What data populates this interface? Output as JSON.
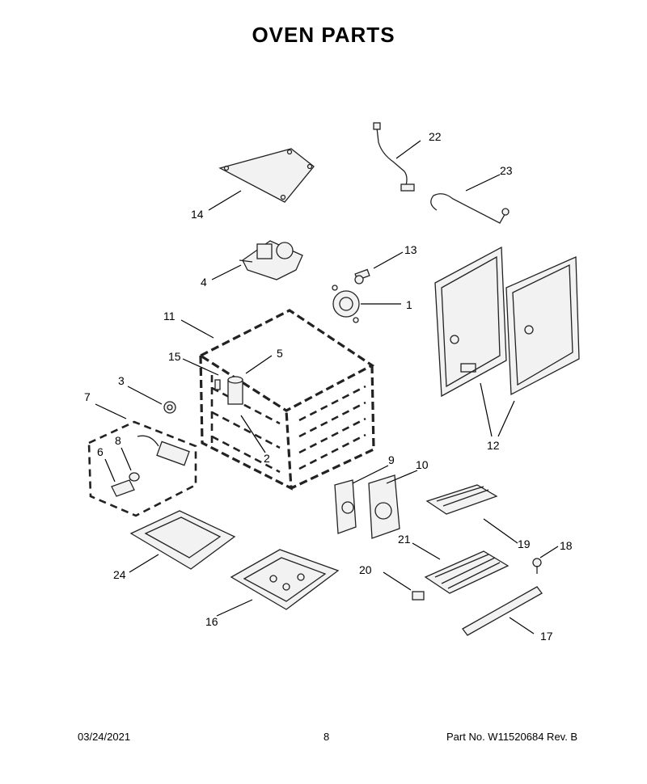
{
  "page": {
    "title": "OVEN PARTS",
    "date": "03/24/2021",
    "page_number": "8",
    "part_number": "Part No.  W11520684   Rev.  B"
  },
  "callouts": {
    "c1": "1",
    "c2": "2",
    "c3": "3",
    "c4": "4",
    "c5": "5",
    "c6": "6",
    "c7": "7",
    "c8": "8",
    "c9": "9",
    "c10": "10",
    "c11": "11",
    "c12": "12",
    "c13": "13",
    "c14": "14",
    "c15": "15",
    "c16": "16",
    "c17": "17",
    "c18": "18",
    "c19": "19",
    "c20": "20",
    "c21": "21",
    "c22": "22",
    "c23": "23",
    "c24": "24"
  }
}
